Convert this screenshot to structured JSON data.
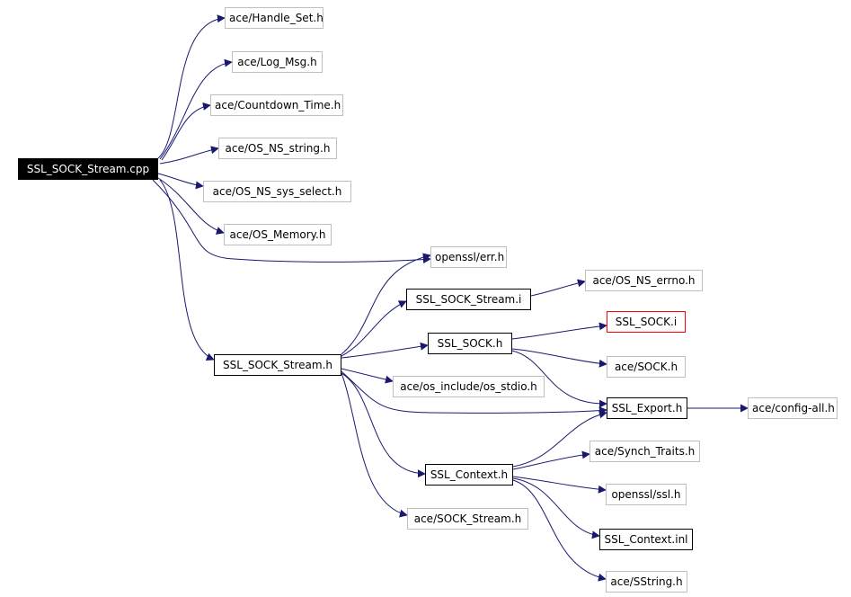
{
  "graph": {
    "edge_color": "#191970",
    "nodes": {
      "root": {
        "label": "SSL_SOCK_Stream.cpp",
        "kind": "root"
      },
      "handle_set": {
        "label": "ace/Handle_Set.h",
        "kind": "ext"
      },
      "log_msg": {
        "label": "ace/Log_Msg.h",
        "kind": "ext"
      },
      "countdown_time": {
        "label": "ace/Countdown_Time.h",
        "kind": "ext"
      },
      "os_ns_string": {
        "label": "ace/OS_NS_string.h",
        "kind": "ext"
      },
      "os_ns_sys_select": {
        "label": "ace/OS_NS_sys_select.h",
        "kind": "ext"
      },
      "os_memory": {
        "label": "ace/OS_Memory.h",
        "kind": "ext"
      },
      "openssl_err": {
        "label": "openssl/err.h",
        "kind": "ext"
      },
      "ssl_sock_stream_i": {
        "label": "SSL_SOCK_Stream.i",
        "kind": "int"
      },
      "os_ns_errno": {
        "label": "ace/OS_NS_errno.h",
        "kind": "ext"
      },
      "ssl_sock_i": {
        "label": "SSL_SOCK.i",
        "kind": "red"
      },
      "ssl_sock_h": {
        "label": "SSL_SOCK.h",
        "kind": "int"
      },
      "ssl_sock_stream_h": {
        "label": "SSL_SOCK_Stream.h",
        "kind": "int"
      },
      "ace_sock_h": {
        "label": "ace/SOCK.h",
        "kind": "ext"
      },
      "os_stdio": {
        "label": "ace/os_include/os_stdio.h",
        "kind": "ext"
      },
      "ssl_export": {
        "label": "SSL_Export.h",
        "kind": "int"
      },
      "config_all": {
        "label": "ace/config-all.h",
        "kind": "ext"
      },
      "synch_traits": {
        "label": "ace/Synch_Traits.h",
        "kind": "ext"
      },
      "ssl_context_h": {
        "label": "SSL_Context.h",
        "kind": "int"
      },
      "openssl_ssl": {
        "label": "openssl/ssl.h",
        "kind": "ext"
      },
      "ace_sock_stream_h": {
        "label": "ace/SOCK_Stream.h",
        "kind": "ext"
      },
      "ssl_context_inl": {
        "label": "SSL_Context.inl",
        "kind": "int"
      },
      "sstring": {
        "label": "ace/SString.h",
        "kind": "ext"
      }
    }
  }
}
